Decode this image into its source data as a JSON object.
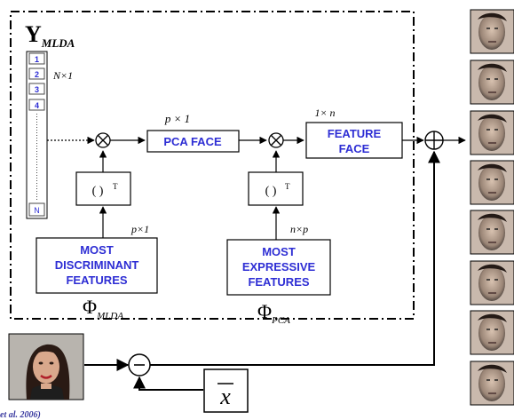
{
  "output_symbol": {
    "main": "Y",
    "sub": "MLDA"
  },
  "vector": {
    "items": [
      "1",
      "2",
      "3",
      "4"
    ],
    "last": "N",
    "dim_label": "N×1"
  },
  "pca_face": {
    "label": "PCA FACE",
    "dim": "p × 1"
  },
  "feature_face": {
    "lines": [
      "FEATURE",
      "FACE"
    ],
    "dim": "1× n"
  },
  "transpose_label": "( )",
  "transpose_sup": "T",
  "mdf": {
    "lines": [
      "MOST",
      "DISCRIMINANT",
      "FEATURES"
    ],
    "dim": "p×1",
    "symbol": "Φ",
    "symbol_sub": "MLDA"
  },
  "mef": {
    "lines": [
      "MOST",
      "EXPRESSIVE",
      "FEATURES"
    ],
    "dim": "n×p",
    "symbol": "Φ",
    "symbol_sub": "PCA"
  },
  "mean_face_symbol": "x",
  "citation": "et al. 2006)",
  "colors": {
    "box_text": "#2e2ed4",
    "citation": "#3a3aa0",
    "line": "#000000"
  },
  "face_gallery_count": 8
}
